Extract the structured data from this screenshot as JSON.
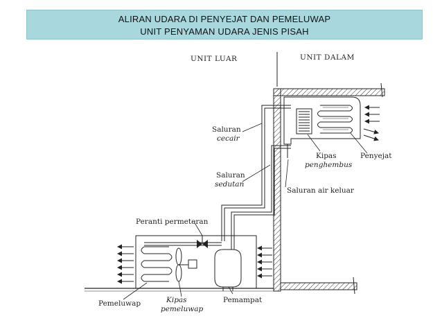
{
  "title": {
    "line1": "ALIRAN UDARA DI PENYEJAT DAN PEMELUWAP",
    "line2": "UNIT PENYAMAN UDARA JENIS PISAH"
  },
  "diagram": {
    "outdoor_unit": "UNIT LUAR",
    "indoor_unit": "UNIT DALAM",
    "labels": {
      "liquid_line_1": "Saluran",
      "liquid_line_2": "cecair",
      "suction_line_1": "Saluran",
      "suction_line_2": "sedutan",
      "metering_device": "Peranti permeteran",
      "blower_fan_1": "Kipas",
      "blower_fan_2": "penghembus",
      "evaporator": "Penyejat",
      "drain_line": "Saluran air keluar",
      "condenser": "Pemeluwap",
      "condenser_fan_1": "Kipas",
      "condenser_fan_2": "pemeluwap",
      "compressor": "Pemampat"
    }
  }
}
